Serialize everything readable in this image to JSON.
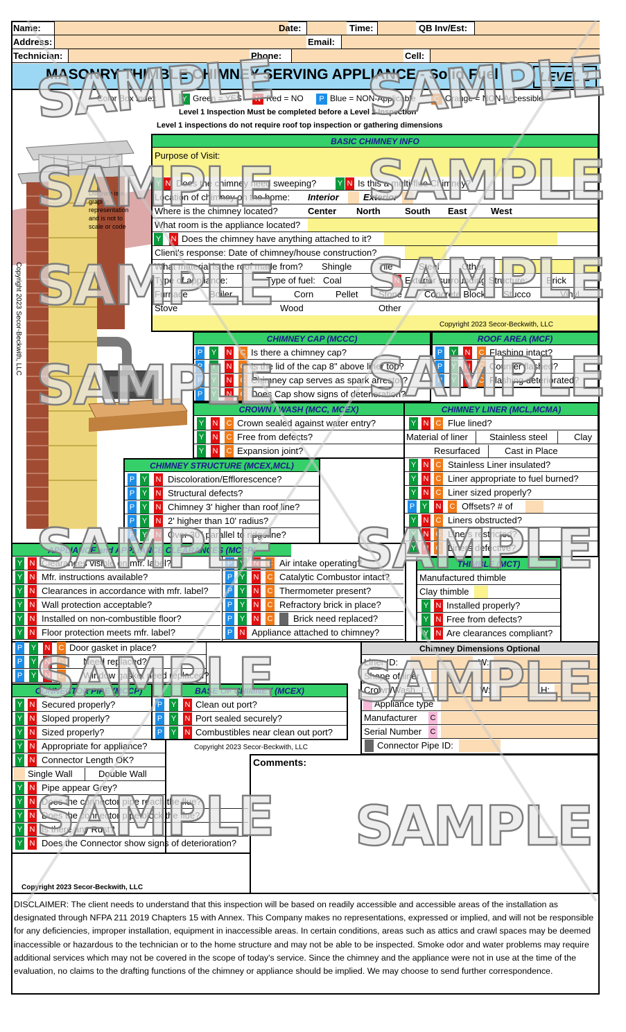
{
  "header": {
    "name_label": "Name:",
    "date_label": "Date:",
    "time_label": "Time:",
    "qb_label": "QB Inv/Est:",
    "address_label": "Address:",
    "email_label": "Email:",
    "technician_label": "Technician:",
    "phone_label": "Phone:",
    "cell_label": "Cell:"
  },
  "title": "MASONRY THIMBLE CHIMNEY SERVING APPLIANCE - Solid Fuel",
  "level": "LEVEL 1",
  "legend": {
    "index": "Color Box Index",
    "y": "Y",
    "y_text": "Green = YES",
    "n": "N",
    "n_text": "Red = NO",
    "p": "P",
    "p_text": "Blue = NON-Applicable",
    "c": "C",
    "c_text": "Orange = NON-Accessible"
  },
  "notes": [
    "Level 1 Inspection Must be completed before a Level 2 Inspection",
    "Level 1 inspections do not require roof top inspection or gathering dimensions"
  ],
  "diagram_note": "Diagram is a graphic representation and is not to scale or code",
  "diagram_copyright": "Copyright 2023 Secor-Beckwith, LLC",
  "basic": {
    "title": "BASIC CHIMNEY INFO",
    "purpose": "Purpose of Visit:",
    "sweep": "Does the chimney need sweeping?",
    "multiflue": "Is this a multi-flue Chimney?",
    "location": "Location of chimney on the home:",
    "interior": "Interior",
    "exterior": "Exterior",
    "where": "Where is the chimney located?",
    "center": "Center",
    "north": "North",
    "south": "South",
    "east": "East",
    "west": "West",
    "room": "What room is the appliance located?",
    "attached": "Does the chimney have anything attached to it?",
    "client": "Client's response: Date of chimney/house construction?",
    "roof": "What material is the roof made from?",
    "shingle": "Shingle",
    "tile": "Tile",
    "steel": "Steel",
    "other": "Other",
    "type_app": "Type of appliance:",
    "type_fuel": "Type of fuel:",
    "coal": "Coal",
    "ext_struct": "Exterior surrounding Structure:",
    "brick": "Brick",
    "furnace": "Furnace",
    "boiler": "Boiler",
    "corn": "Corn",
    "pellet": "Pellet",
    "stone": "Stone",
    "concrete": "Concrete Block",
    "stucco": "Stucco",
    "vinyl": "Vinyl",
    "stove": "Stove",
    "wood": "Wood",
    "other2": "Other",
    "copyright": "Copyright 2023 Secor-Beckwith, LLC"
  },
  "cap": {
    "title": "CHIMNEY CAP   (MCCC)",
    "items": [
      "Is there a chimney cap?",
      "Is the lid of the cap 8\" above liner top?",
      "Chimney cap serves as spark arrestor?",
      "Does Cap show signs of deterioration?"
    ]
  },
  "roof_area": {
    "title": "ROOF AREA   (MCF)",
    "items": [
      "Flashing intact?",
      "Counter flashed?",
      "Flashing deteriorated?"
    ]
  },
  "crown": {
    "title": "CROWN / WASH   (MCC, MCEX)",
    "items": [
      "Crown sealed against water entry?",
      "Free from defects?",
      "Expansion joint?"
    ]
  },
  "liner": {
    "title": "CHIMNEY LINER   (MCL,MCMA)",
    "flue": "Flue lined?",
    "material": "Material of liner",
    "stainless": "Stainless steel",
    "clay": "Clay",
    "resurfaced": "Resurfaced",
    "cast": "Cast in Place",
    "items": [
      "Stainless Liner insulated?",
      "Liner appropriate to fuel burned?",
      "Liner sized properly?",
      "Offsets?  # of",
      "Liners obstructed?",
      "Liners restricted?",
      "Liners defective?"
    ]
  },
  "structure": {
    "title": "CHIMNEY STRUCTURE   (MCEX,MCL)",
    "items": [
      "Discoloration/Efflorescence?",
      "Structural defects?",
      "Chimney 3' higher than roof line?",
      "2' higher than 10' radius?",
      "Over 30\" parallel to ridgeline?"
    ]
  },
  "appliance": {
    "title": "APPLIANCE and APPLIANCE CLEARANCES   (MCCP)",
    "left": [
      "Clearances visible on mfr. label?",
      "Mfr. instructions available?",
      "Clearances in accordance with mfr. label?",
      "Wall protection acceptable?",
      "Installed on non-combustible floor?",
      "Floor protection meets mfr. label?"
    ],
    "mid": [
      "Air  intake operating?",
      "Catalytic Combustor intact?",
      "Thermometer present?",
      "Refractory brick in place?",
      "Brick need replaced?",
      "Appliance attached to chimney?"
    ],
    "door": [
      "Door gasket in place?",
      "Need replaced?",
      "Window gasket need replaced?"
    ]
  },
  "thimble": {
    "title": "THIMBLE   (MCT)",
    "manufactured": "Manufactured thimble",
    "clay": "Clay thimble",
    "items": [
      "Installed properly?",
      "Free from defects?",
      "Are clearances compliant?"
    ]
  },
  "dims": {
    "title": "Chimney Dimensions Optional",
    "liner_id": "Liner ID:",
    "w": "W:",
    "shape": "Shape of liner",
    "crown": "Crown/Wash",
    "l": "L:",
    "w2": "W:",
    "h": "H:",
    "appliance_type": "Appliance type",
    "manufacturer": "Manufacturer",
    "serial": "Serial Number",
    "c": "C",
    "connector": "Connector Pipe ID:"
  },
  "connector": {
    "title": "CONNECTOR PIPE   (MCCP)",
    "items": [
      "Secured properly?",
      "Sloped properly?",
      "Sized properly?",
      "Appropriate for appliance?",
      "Connector Length OK?"
    ],
    "single": "Single Wall",
    "double": "Double Wall",
    "items2": [
      "Pipe appear Grey?",
      "Does the connector pipe reach the flue?",
      "Does the connector pipe block the flue?",
      "Is there any Rust?",
      "Does the Connector show signs of deterioration?"
    ],
    "copyright": "Copyright 2023 Secor-Beckwith, LLC"
  },
  "base": {
    "title": "BASE OF CHIMNEY  (MCEX)",
    "items": [
      "Clean out port?",
      "Port sealed securely?",
      "Combustibles near clean out port?"
    ],
    "copyright": "Copyright 2023 Secor-Beckwith, LLC"
  },
  "comments": "Comments:",
  "watermark": "SAMPLE",
  "disclaimer": "DISCLAIMER: The client needs to understand that this inspection will be based on readily accessible and accessible areas of the installation as designated through NFPA 211 2019 Chapters 15 with Annex. This Company makes no representations, expressed or implied, and will not be responsible for any deficiencies, improper installation, equipment in inaccessible areas. In certain conditions, areas such as attics and crawl spaces may be deemed inaccessible or hazardous to the technician or to the home structure and may not be able to be inspected. Smoke odor and water problems may require additional services which may not be covered in the scope of today's service.  Since the chimney and the appliance were not in use at the time of the evaluation, no claims to the drafting functions of the chimney or appliance should be implied.  We may choose to send further correspondence."
}
